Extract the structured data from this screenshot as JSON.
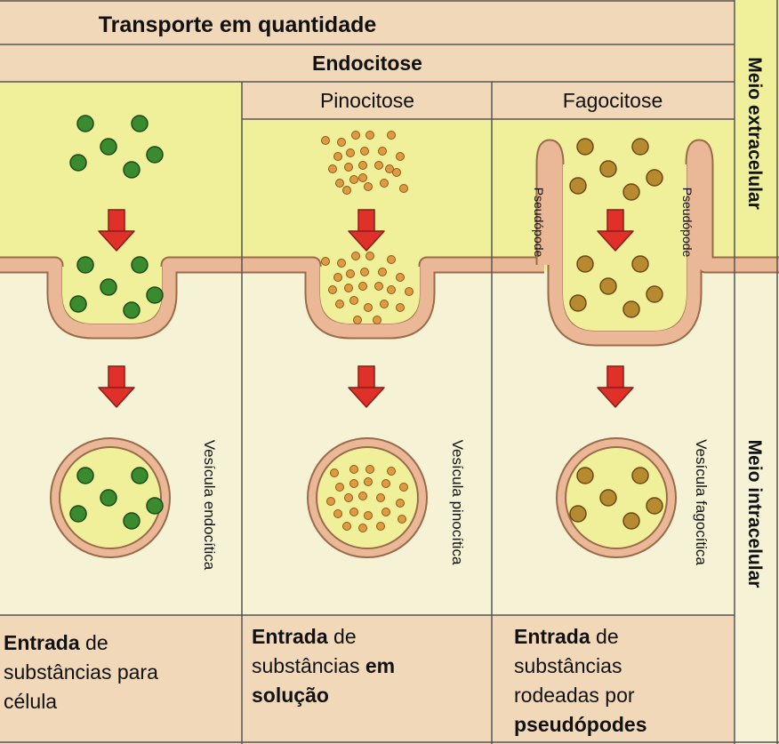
{
  "header": {
    "title": "Transporte em quantidade",
    "subtitle": "Endocitose"
  },
  "columns": {
    "pino_title": "Pinocitose",
    "fago_title": "Fagocitose"
  },
  "side_labels": {
    "extracellular": "Meio extracelular",
    "intracellular": "Meio intracelular"
  },
  "labels": {
    "vesicle_endo": "Vesícula endocítica",
    "vesicle_pino": "Vesícula pinocítica",
    "vesicle_fago": "Vesícula fagocítica",
    "pseudopod_left": "Pseudópode",
    "pseudopod_right": "Pseudópode"
  },
  "captions": {
    "endo": {
      "b1": "Entrada",
      "r1": " de",
      "r2": "substâncias para",
      "r3": "célula"
    },
    "pino": {
      "b1": "Entrada",
      "r1": " de",
      "r2": "substâncias ",
      "b2": "em",
      "b3": "solução"
    },
    "fago": {
      "b1": "Entrada",
      "r1": " de",
      "r2": "substâncias",
      "r3": "rodeadas por",
      "b4": "pseudópodes"
    }
  },
  "colors": {
    "header_bg": "#f0d8b8",
    "extracellular": "#f0f09a",
    "intracellular": "#f5f2d6",
    "membrane": "#eab896",
    "membrane_edge": "#9a6a4a",
    "arrow": "#e0302a",
    "green_particle": "#3a8a2e",
    "orange_particle": "#e29a40",
    "brown_particle": "#b88a30",
    "grid_line": "#555555"
  },
  "icons": [
    "red-arrow-icon",
    "particle-icon"
  ]
}
